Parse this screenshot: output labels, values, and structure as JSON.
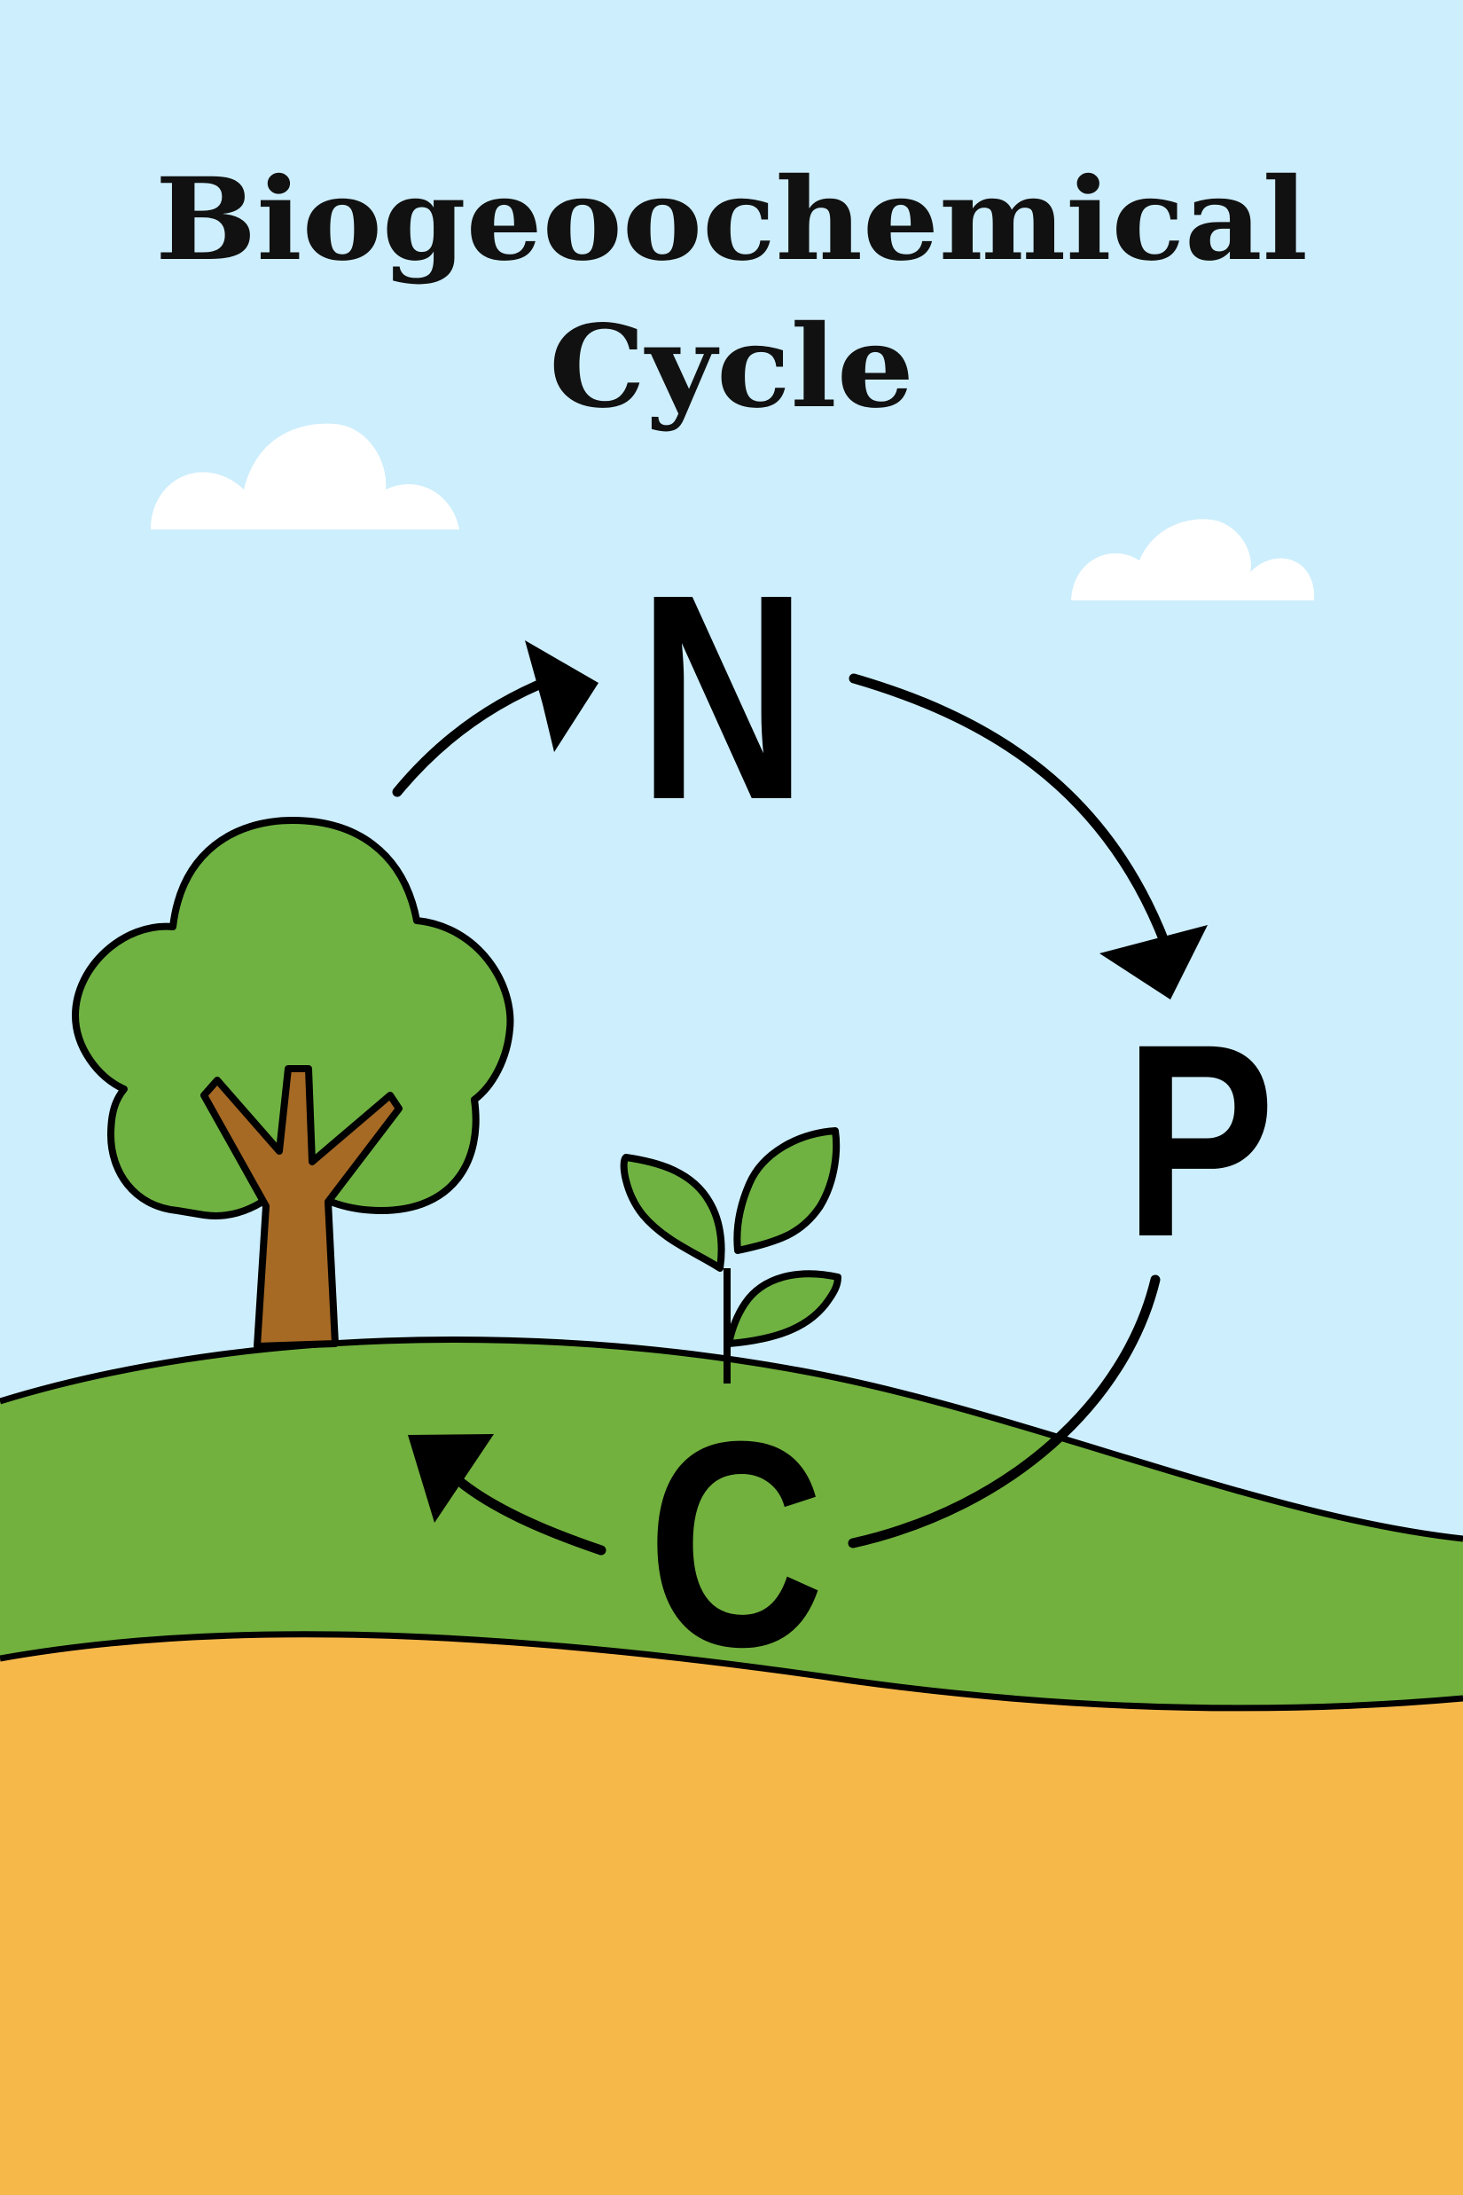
{
  "title": {
    "line1": "Biogeoochemical",
    "line2": "Cycle"
  },
  "cycle": {
    "nodes": [
      {
        "id": "N",
        "label": "N"
      },
      {
        "id": "P",
        "label": "P"
      },
      {
        "id": "C",
        "label": "C"
      }
    ],
    "direction": "clockwise",
    "arrows": [
      {
        "from": "tree",
        "to": "N"
      },
      {
        "from": "N",
        "to": "P"
      },
      {
        "from": "P",
        "to": "C"
      },
      {
        "from": "C",
        "to": "tree"
      }
    ]
  },
  "scene": {
    "elements": [
      "clouds",
      "tree",
      "seedling",
      "grass-hill",
      "soil"
    ]
  },
  "colors": {
    "sky": "#cdeefc",
    "grass": "#72b13e",
    "soil": "#f7b84a",
    "tree_foliage": "#6fb242",
    "tree_trunk": "#a66a25",
    "outline": "#000000",
    "cloud": "#ffffff"
  }
}
